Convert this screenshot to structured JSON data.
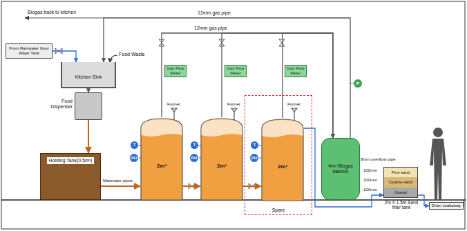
{
  "diagram": {
    "nodes": [
      {
        "text": [
          "From Rainwater Grey Water Tank"
        ]
      },
      {
        "text": [
          "Kitchen Sink"
        ]
      },
      {
        "text": [
          "Food Dispenser"
        ]
      },
      {
        "text": [
          "Holding Tank(0.5m³)"
        ]
      },
      {
        "text": [
          "2m³"
        ]
      },
      {
        "text": [
          "2m³"
        ]
      },
      {
        "text": [
          "Spare"
        ]
      },
      {
        "text": [
          "2m³"
        ],
        "in": 6
      },
      {
        "text": [
          "4m³ Biogas balloon"
        ]
      },
      {
        "text": [
          "Fine sand",
          "Coarse sand",
          "Gravel",
          "2m X 1.5m Sand filter tank"
        ]
      },
      {
        "text": [
          "Drain soakaway"
        ]
      }
    ],
    "edges": [
      {
        "from": 0,
        "to": 1,
        "arrow": "to"
      },
      {
        "from": 1,
        "to": 2,
        "arrow": "to"
      },
      {
        "from": 2,
        "to": 3,
        "arrow": "to"
      },
      {
        "from": 3,
        "to": 4,
        "arrow": "to",
        "label": "Macerator pipes"
      },
      {
        "from": 4,
        "to": 5,
        "arrow": "to"
      },
      {
        "from": 5,
        "to": 7,
        "arrow": "to"
      },
      {
        "from": 4,
        "to": 8,
        "arrow": "to"
      },
      {
        "from": 5,
        "to": 8,
        "arrow": "to"
      },
      {
        "from": 7,
        "to": 8,
        "arrow": "to"
      },
      {
        "from": 8,
        "to": 1,
        "arrow": "to",
        "label": "12mm gas pipe"
      },
      {
        "from": 7,
        "to": 9,
        "arrow": "to"
      },
      {
        "from": 9,
        "to": 10,
        "arrow": "to"
      }
    ],
    "labels": [
      "Biogas back to kitchen",
      "12mm gas pipe",
      "Food Waste",
      "Funnel",
      "Funnel",
      "Funnel",
      "Gas Flow Meter",
      "Gas Flow Meter",
      "Gas Flow Meter",
      "T",
      "T",
      "T",
      "PH",
      "PH",
      "PH",
      "P",
      "8mm overflow pipe",
      "100mm",
      "100mm",
      "100mm"
    ]
  }
}
